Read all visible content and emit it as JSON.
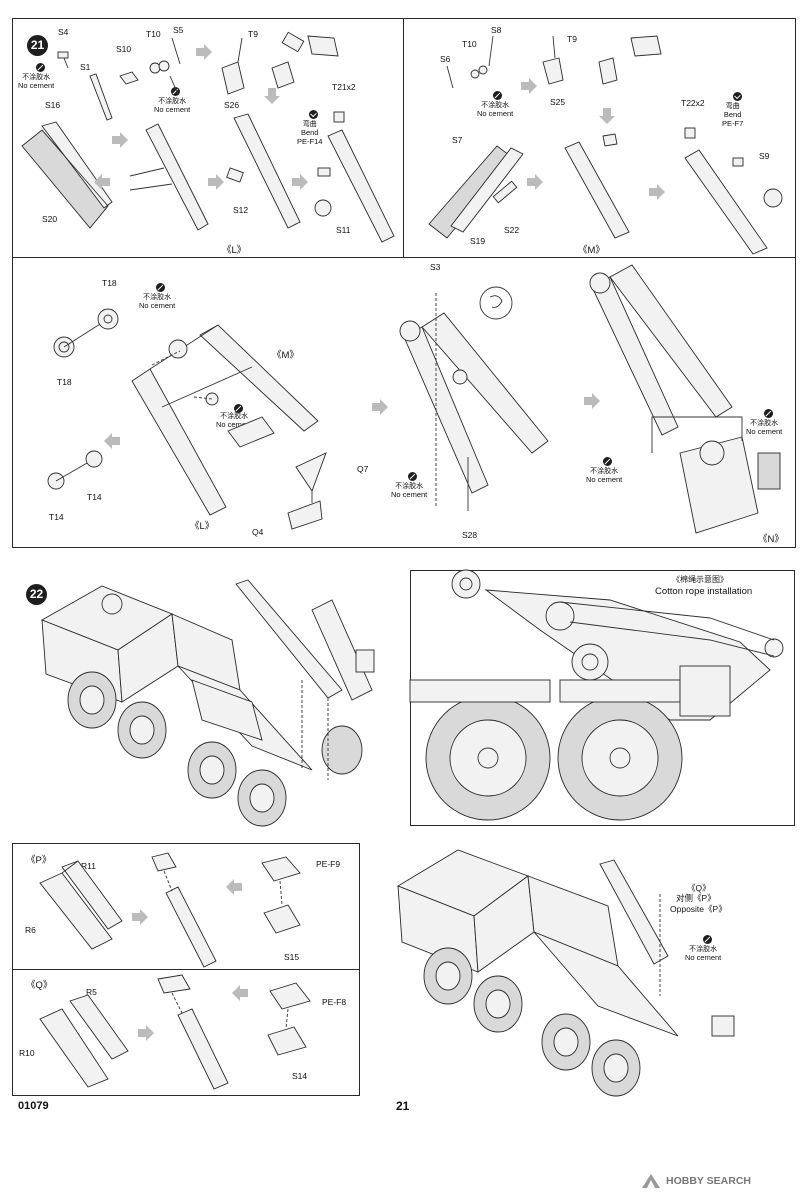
{
  "step21": {
    "number": "21",
    "parts": {
      "s4": "S4",
      "s5": "S5",
      "t10": "T10",
      "s10": "S10",
      "s1": "S1",
      "t9": "T9",
      "s26": "S26",
      "s16": "S16",
      "s20": "S20",
      "s12": "S12",
      "t21": "T21x2",
      "s11": "S11",
      "s8": "S8",
      "t10b": "T10",
      "s6": "S6",
      "t9b": "T9",
      "s25": "S25",
      "s7": "S7",
      "s19": "S19",
      "s22": "S22",
      "t22": "T22x2",
      "s9": "S9",
      "t18a": "T18",
      "t18b": "T18",
      "t14a": "T14",
      "t14b": "T14",
      "q7": "Q7",
      "q4": "Q4",
      "s3": "S3",
      "s28": "S28"
    },
    "notes": {
      "nc_zh": "不涂胶水",
      "nc_en": "No cement",
      "bend_zh": "弯曲",
      "bend_en": "Bend",
      "bend_f14": "PE-F14",
      "bend_f7": "PE-F7"
    },
    "subassemblies": {
      "L": "《L》",
      "M": "《M》",
      "L2": "《L》",
      "M2": "《M》",
      "N": "《N》"
    }
  },
  "step22": {
    "number": "22",
    "rope_zh": "《棉绳示意图》",
    "rope_en": "Cotton rope installation",
    "p_label": "《P》",
    "q_label": "《Q》",
    "p_parts": {
      "r11": "R11",
      "r6": "R6",
      "pef9": "PE-F9",
      "s15": "S15"
    },
    "q_parts": {
      "r5": "R5",
      "r10": "R10",
      "pef8": "PE-F8",
      "s14": "S14"
    },
    "opposite_label": "《Q》",
    "opposite_zh": "对侧《P》",
    "opposite_en": "Opposite《P》"
  },
  "footer": {
    "code": "01079",
    "page": "21"
  },
  "watermark": "HOBBY SEARCH"
}
